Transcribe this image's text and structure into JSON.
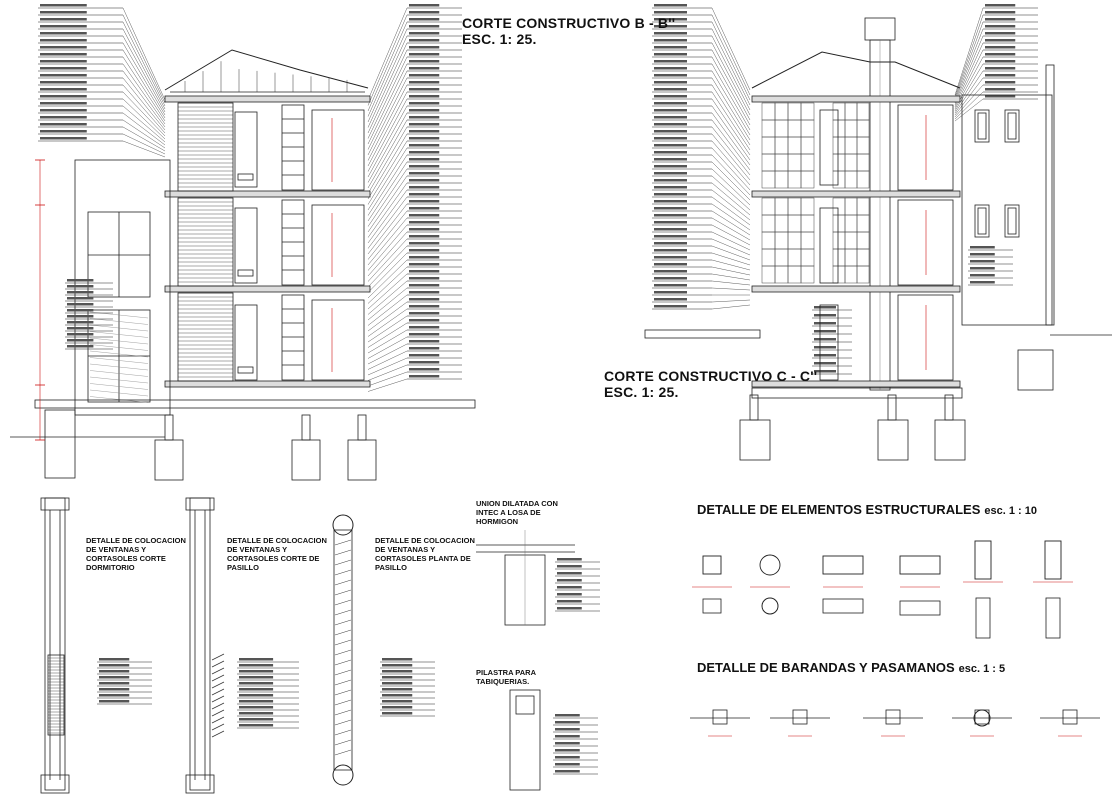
{
  "titles": {
    "corte_b": "CORTE CONSTRUCTIVO B - B''",
    "corte_b_scale": "ESC. 1: 25.",
    "corte_c": "CORTE CONSTRUCTIVO C - C''",
    "corte_c_scale": "ESC. 1: 25.",
    "estructurales": "DETALLE DE ELEMENTOS ESTRUCTURALES",
    "estructurales_scale": "esc. 1 : 10",
    "barandas": "DETALLE DE BARANDAS Y PASAMANOS",
    "barandas_scale": "esc. 1 : 5",
    "ventanas_dormitorio": "DETALLE DE COLOCACION DE VENTANAS Y CORTASOLES CORTE DORMITORIO",
    "ventanas_pasillo": "DETALLE DE COLOCACION DE VENTANAS Y CORTASOLES CORTE DE PASILLO",
    "ventanas_planta": "DETALLE DE COLOCACION DE VENTANAS Y CORTASOLES PLANTA DE PASILLO",
    "union": "UNION DILATADA CON INTEC A LOSA DE HORMIGON",
    "pilastra": "PILASTRA PARA TABIQUERIAS."
  },
  "colors": {
    "line": "#222222",
    "dim": "#cc1111",
    "hatch": "#555555"
  }
}
